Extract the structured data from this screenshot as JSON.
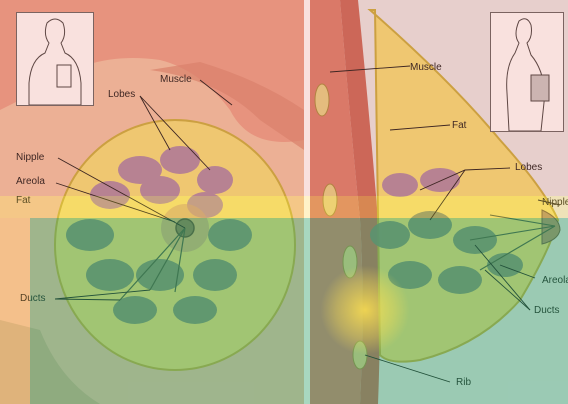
{
  "left_panel": {
    "labels": {
      "muscle": "Muscle",
      "lobes": "Lobes",
      "nipple": "Nipple",
      "areola": "Areola",
      "fat": "Fat",
      "ducts": "Ducts"
    }
  },
  "right_panel": {
    "labels": {
      "muscle": "Muscle",
      "fat": "Fat",
      "lobes": "Lobes",
      "nipple": "Nipple",
      "areola": "Areola",
      "ducts": "Ducts",
      "rib": "Rib"
    }
  },
  "colors": {
    "skin": "#e8b89a",
    "muscle_red": "#d9806f",
    "fat_yellow": "#f2e47a",
    "lobe_purple": "#a880a8",
    "lobe_green_gray": "#7f8f78",
    "overlay_red": "#e05a48",
    "overlay_yellow": "#ffd23a",
    "overlay_green": "#2fa06a"
  }
}
